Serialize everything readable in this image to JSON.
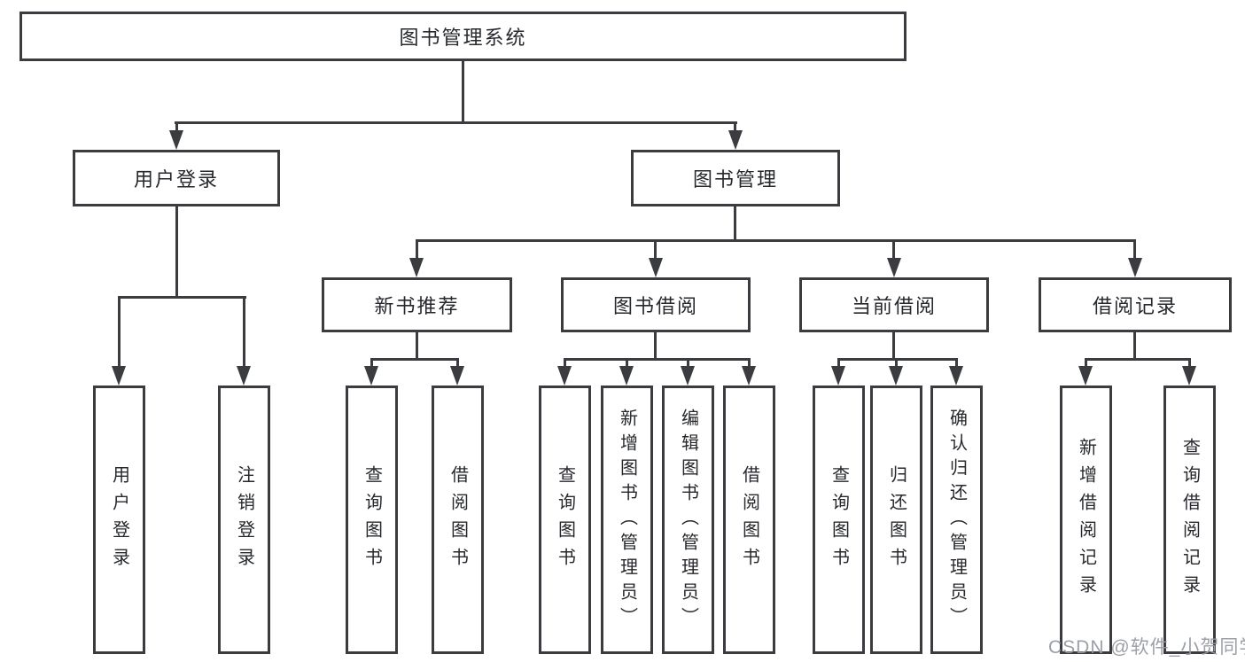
{
  "diagram": {
    "title": "图书管理系统",
    "type": "hierarchy-tree",
    "colors": {
      "background": "#ffffff",
      "line": "#3a3c40",
      "text": "#26282c",
      "watermark": "#979aa2"
    }
  },
  "tree": {
    "label": "图书管理系统",
    "children": [
      {
        "label": "用户登录",
        "children": [
          {
            "label": "用户登录"
          },
          {
            "label": "注销登录"
          }
        ]
      },
      {
        "label": "图书管理",
        "children": [
          {
            "label": "新书推荐",
            "children": [
              {
                "label": "查询图书"
              },
              {
                "label": "借阅图书"
              }
            ]
          },
          {
            "label": "图书借阅",
            "children": [
              {
                "label": "查询图书"
              },
              {
                "label": "新增图书（管理员）"
              },
              {
                "label": "编辑图书（管理员）"
              },
              {
                "label": "借阅图书"
              }
            ]
          },
          {
            "label": "当前借阅",
            "children": [
              {
                "label": "查询图书"
              },
              {
                "label": "归还图书"
              },
              {
                "label": "确认归还（管理员）"
              }
            ]
          },
          {
            "label": "借阅记录",
            "children": [
              {
                "label": "新增借阅记录"
              },
              {
                "label": "查询借阅记录"
              }
            ]
          }
        ]
      }
    ]
  },
  "watermark": {
    "text": "CSDN @软件_小贺同学"
  }
}
